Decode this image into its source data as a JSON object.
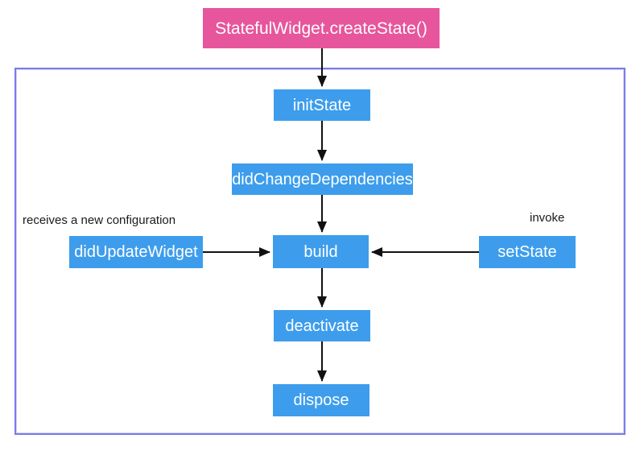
{
  "diagram": {
    "title": "StatefulWidget.createState()",
    "nodes": {
      "initState": "initState",
      "didChangeDependencies": "didChangeDependencies",
      "didUpdateWidget": "didUpdateWidget",
      "build": "build",
      "setState": "setState",
      "deactivate": "deactivate",
      "dispose": "dispose"
    },
    "annotations": {
      "didUpdateWidget": "receives a new configuration",
      "setState": "invoke"
    },
    "colors": {
      "title_box": "#e7559c",
      "node_box": "#3d9dec",
      "node_text": "#ffffff",
      "frame_border": "#7b7ce8",
      "arrow": "#111111",
      "background": "#ffffff"
    }
  }
}
